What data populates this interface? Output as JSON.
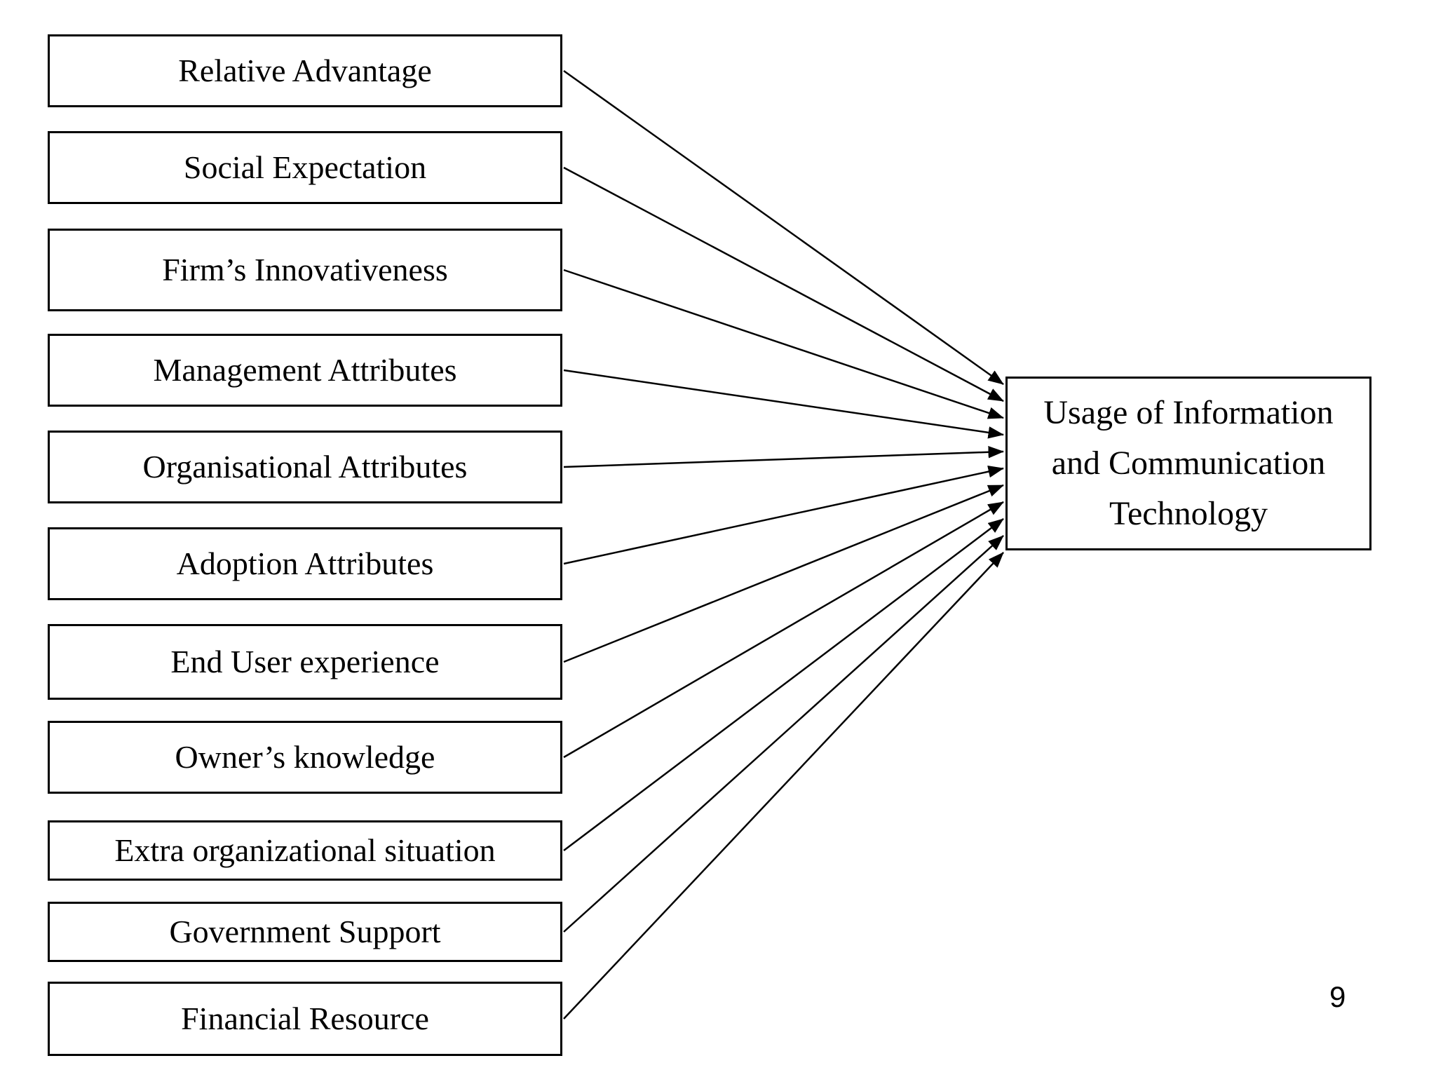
{
  "diagram": {
    "title_implicit": "Factors influencing ICT usage model",
    "factors": [
      "Relative Advantage",
      "Social Expectation",
      "Firm’s Innovativeness",
      "Management Attributes",
      "Organisational Attributes",
      "Adoption Attributes",
      "End User experience",
      "Owner’s knowledge",
      "Extra organizational situation",
      "Government Support",
      "Financial Resource"
    ],
    "target": "Usage of Information and Communication Technology",
    "edges": [
      {
        "from": "Relative Advantage",
        "to": "Usage of Information and Communication Technology"
      },
      {
        "from": "Social Expectation",
        "to": "Usage of Information and Communication Technology"
      },
      {
        "from": "Firm’s Innovativeness",
        "to": "Usage of Information and Communication Technology"
      },
      {
        "from": "Management Attributes",
        "to": "Usage of Information and Communication Technology"
      },
      {
        "from": "Organisational Attributes",
        "to": "Usage of Information and Communication Technology"
      },
      {
        "from": "Adoption Attributes",
        "to": "Usage of Information and Communication Technology"
      },
      {
        "from": "End User experience",
        "to": "Usage of Information and Communication Technology"
      },
      {
        "from": "Owner’s knowledge",
        "to": "Usage of Information and Communication Technology"
      },
      {
        "from": "Extra organizational situation",
        "to": "Usage of Information and Communication Technology"
      },
      {
        "from": "Government Support",
        "to": "Usage of Information and Communication Technology"
      },
      {
        "from": "Financial Resource",
        "to": "Usage of Information and Communication Technology"
      }
    ],
    "colors": {
      "line": "#000000",
      "box_border": "#000000",
      "box_fill": "#ffffff",
      "text": "#000000",
      "background": "#ffffff"
    }
  },
  "page_number": "9"
}
